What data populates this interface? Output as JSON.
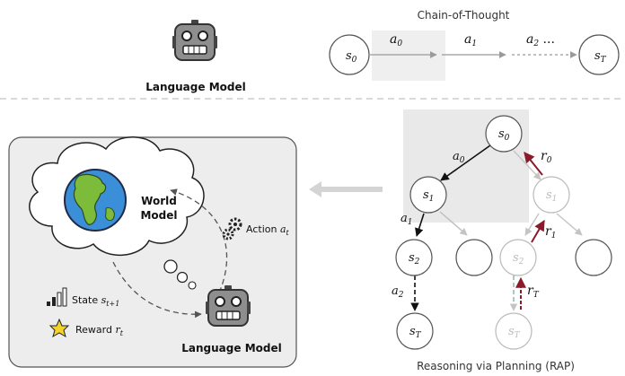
{
  "cot": {
    "title": "Chain-of-Thought",
    "model_label": "Language Model",
    "states": [
      "s",
      "s"
    ],
    "state_subs": [
      "0",
      "T"
    ],
    "actions": [
      {
        "main": "a",
        "sub": "0",
        "tail": ""
      },
      {
        "main": "a",
        "sub": "1",
        "tail": ""
      },
      {
        "main": "a",
        "sub": "2",
        "tail": " ..."
      }
    ]
  },
  "world": {
    "cloud_title_line1": "World",
    "cloud_title_line2": "Model",
    "action_label": "Action",
    "action_var": "a",
    "action_sub": "t",
    "state_label": "State",
    "state_var": "s",
    "state_sub": "t+1",
    "reward_label": "Reward",
    "reward_var": "r",
    "reward_sub": "t",
    "model_label": "Language Model"
  },
  "rap": {
    "caption": "Reasoning via Planning (RAP)",
    "nodes": [
      {
        "main": "s",
        "sub": "0"
      },
      {
        "main": "s",
        "sub": "1"
      },
      {
        "main": "s",
        "sub": "1"
      },
      {
        "main": "s",
        "sub": "2"
      },
      {
        "main": "s",
        "sub": "2"
      },
      {
        "main": "s",
        "sub": "T"
      },
      {
        "main": "s",
        "sub": "T"
      }
    ],
    "edge_labels": [
      {
        "main": "a",
        "sub": "0"
      },
      {
        "main": "a",
        "sub": "1"
      },
      {
        "main": "a",
        "sub": "2"
      }
    ],
    "rewards": [
      {
        "main": "r",
        "sub": "0"
      },
      {
        "main": "r",
        "sub": "1"
      },
      {
        "main": "r",
        "sub": "T"
      }
    ]
  },
  "colors": {
    "reward_arrow": "#8b1a2a",
    "highlight": "#e6e6e6",
    "panel": "#ededed",
    "faded": "#bdbdbd",
    "dashed_green": "#7fb7a0"
  },
  "icons": [
    "robot-icon",
    "earth-globe-icon",
    "gear-icon",
    "signal-bars-icon",
    "star-burst-icon",
    "thought-cloud-icon"
  ]
}
